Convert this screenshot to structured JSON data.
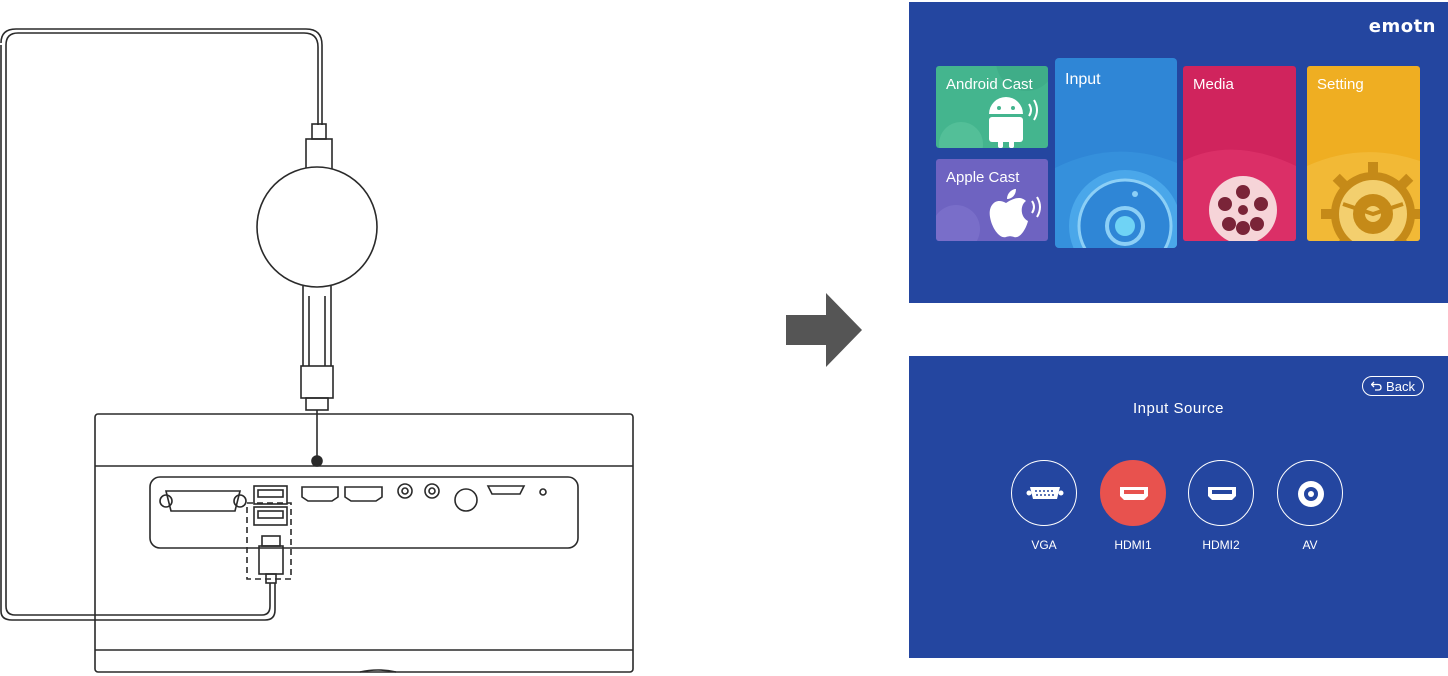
{
  "home_screen": {
    "brand": "emotn",
    "tiles": [
      {
        "label": "Android Cast",
        "icon": "android-icon",
        "color": "#44b58e"
      },
      {
        "label": "Apple Cast",
        "icon": "apple-icon",
        "color": "#6e63c1"
      },
      {
        "label": "Input",
        "icon": "input-disc-icon",
        "color": "#2f86d6"
      },
      {
        "label": "Media",
        "icon": "film-reel-icon",
        "color": "#d0245d"
      },
      {
        "label": "Setting",
        "icon": "gear-icon",
        "color": "#efae22"
      }
    ]
  },
  "input_screen": {
    "back_label": "Back",
    "title": "Input  Source",
    "sources": [
      {
        "label": "VGA",
        "icon": "vga-port-icon",
        "selected": false
      },
      {
        "label": "HDMI1",
        "icon": "hdmi-port-icon",
        "selected": true
      },
      {
        "label": "HDMI2",
        "icon": "hdmi-port-icon",
        "selected": false
      },
      {
        "label": "AV",
        "icon": "av-port-icon",
        "selected": false
      }
    ]
  },
  "colors": {
    "screen_bg": "#2446a0",
    "selected_source": "#e8524e",
    "arrow": "#555555"
  }
}
